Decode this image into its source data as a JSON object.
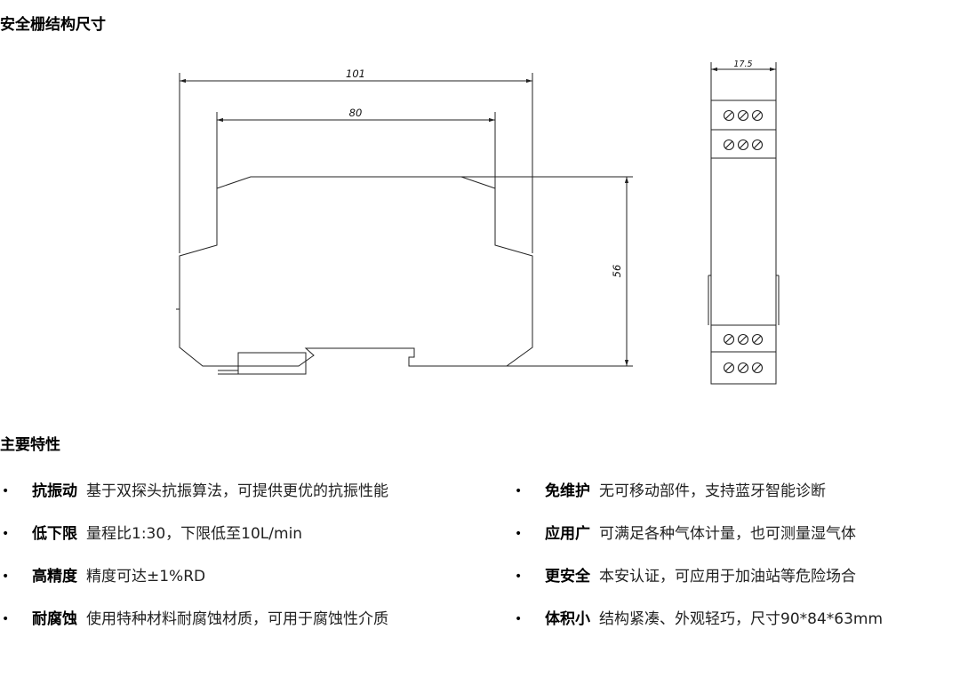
{
  "titles": {
    "dimensions": "安全栅结构尺寸",
    "features": "主要特性"
  },
  "dimensions": {
    "overall_width": "101",
    "body_width": "80",
    "height": "56",
    "side_width": "17.5"
  },
  "features": [
    {
      "name": "抗振动",
      "desc": "基于双探头抗振算法，可提供更优的抗振性能"
    },
    {
      "name": "免维护",
      "desc": "无可移动部件，支持蓝牙智能诊断"
    },
    {
      "name": "低下限",
      "desc": "量程比1:30，下限低至10L/min"
    },
    {
      "name": "应用广",
      "desc": "可满足各种气体计量，也可测量湿气体"
    },
    {
      "name": "高精度",
      "desc": "精度可达±1%RD"
    },
    {
      "name": "更安全",
      "desc": "本安认证，可应用于加油站等危险场合"
    },
    {
      "name": "耐腐蚀",
      "desc": "使用特种材料耐腐蚀材质，可用于腐蚀性介质"
    },
    {
      "name": "体积小",
      "desc": "结构紧凑、外观轻巧，尺寸90*84*63mm"
    }
  ],
  "bullet_char": "•"
}
